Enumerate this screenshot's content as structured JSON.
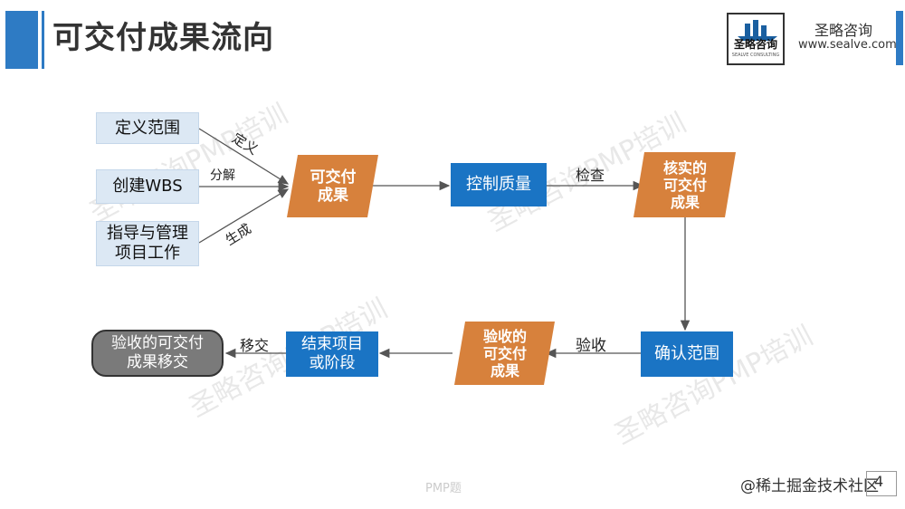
{
  "header": {
    "title": "可交付成果流向",
    "logo_text": "圣略咨询",
    "logo_subtext": "SEALVE CONSULTING",
    "company_name": "圣略咨询",
    "company_url": "www.sealve.com"
  },
  "diagram": {
    "inputs": [
      "定义范围",
      "创建WBS"
    ],
    "input3_line1": "指导与管理",
    "input3_line2": "项目工作",
    "input_labels": [
      "定义",
      "分解",
      "生成"
    ],
    "deliverable_line1": "可交付",
    "deliverable_line2": "成果",
    "control_quality": "控制质量",
    "check_label": "检查",
    "verified_line1": "核实的",
    "verified_line2": "可交付",
    "verified_line3": "成果",
    "validate_scope": "确认范围",
    "accept_label": "验收",
    "accepted_line1": "验收的",
    "accepted_line2": "可交付",
    "accepted_line3": "成果",
    "close_line1": "结束项目",
    "close_line2": "或阶段",
    "transfer_label": "移交",
    "final_line1": "验收的可交付",
    "final_line2": "成果移交"
  },
  "watermark": "圣略咨询PMP培训",
  "footer": {
    "source": "@稀土掘金技术社区",
    "mid_mark": "PMP题",
    "page_number": "4"
  },
  "colors": {
    "accent_blue": "#1a74c4",
    "light_blue": "#dce8f4",
    "orange": "#d7813c",
    "gray": "#7a7a7a"
  }
}
